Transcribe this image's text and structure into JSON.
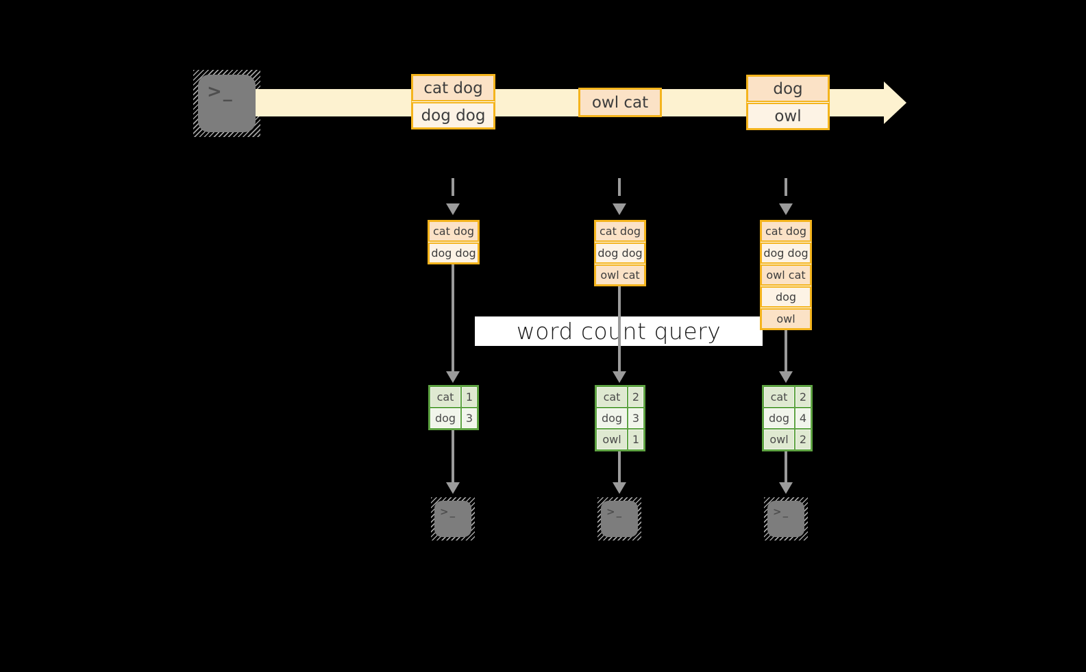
{
  "query_label": "word count query",
  "terminal_prompt": ">_",
  "stream": {
    "events": [
      {
        "cells": [
          "cat dog",
          "dog dog"
        ]
      },
      {
        "cells": [
          "owl cat"
        ]
      },
      {
        "cells": [
          "dog",
          "owl"
        ]
      }
    ]
  },
  "columns": [
    {
      "buffered_events": [
        "cat dog",
        "dog dog"
      ],
      "word_counts": [
        {
          "word": "cat",
          "count": "1"
        },
        {
          "word": "dog",
          "count": "3"
        }
      ]
    },
    {
      "buffered_events": [
        "cat dog",
        "dog dog",
        "owl cat"
      ],
      "word_counts": [
        {
          "word": "cat",
          "count": "2"
        },
        {
          "word": "dog",
          "count": "3"
        },
        {
          "word": "owl",
          "count": "1"
        }
      ]
    },
    {
      "buffered_events": [
        "cat dog",
        "dog dog",
        "owl cat",
        "dog",
        "owl"
      ],
      "word_counts": [
        {
          "word": "cat",
          "count": "2"
        },
        {
          "word": "dog",
          "count": "4"
        },
        {
          "word": "owl",
          "count": "2"
        }
      ]
    }
  ],
  "colors": {
    "background": "#000000",
    "stream_fill": "#fdf2d0",
    "event_border": "#f4b41d",
    "event_cell_dark": "#fbe2c6",
    "event_cell_light": "#fdf3e5",
    "table_border": "#5ea342",
    "table_cell_dark": "#dfe9d1",
    "table_cell_light": "#f1f5eb",
    "arrow_gray": "#9b9b9b",
    "terminal_gray": "#7d7d7d",
    "label_background": "#ffffff"
  }
}
